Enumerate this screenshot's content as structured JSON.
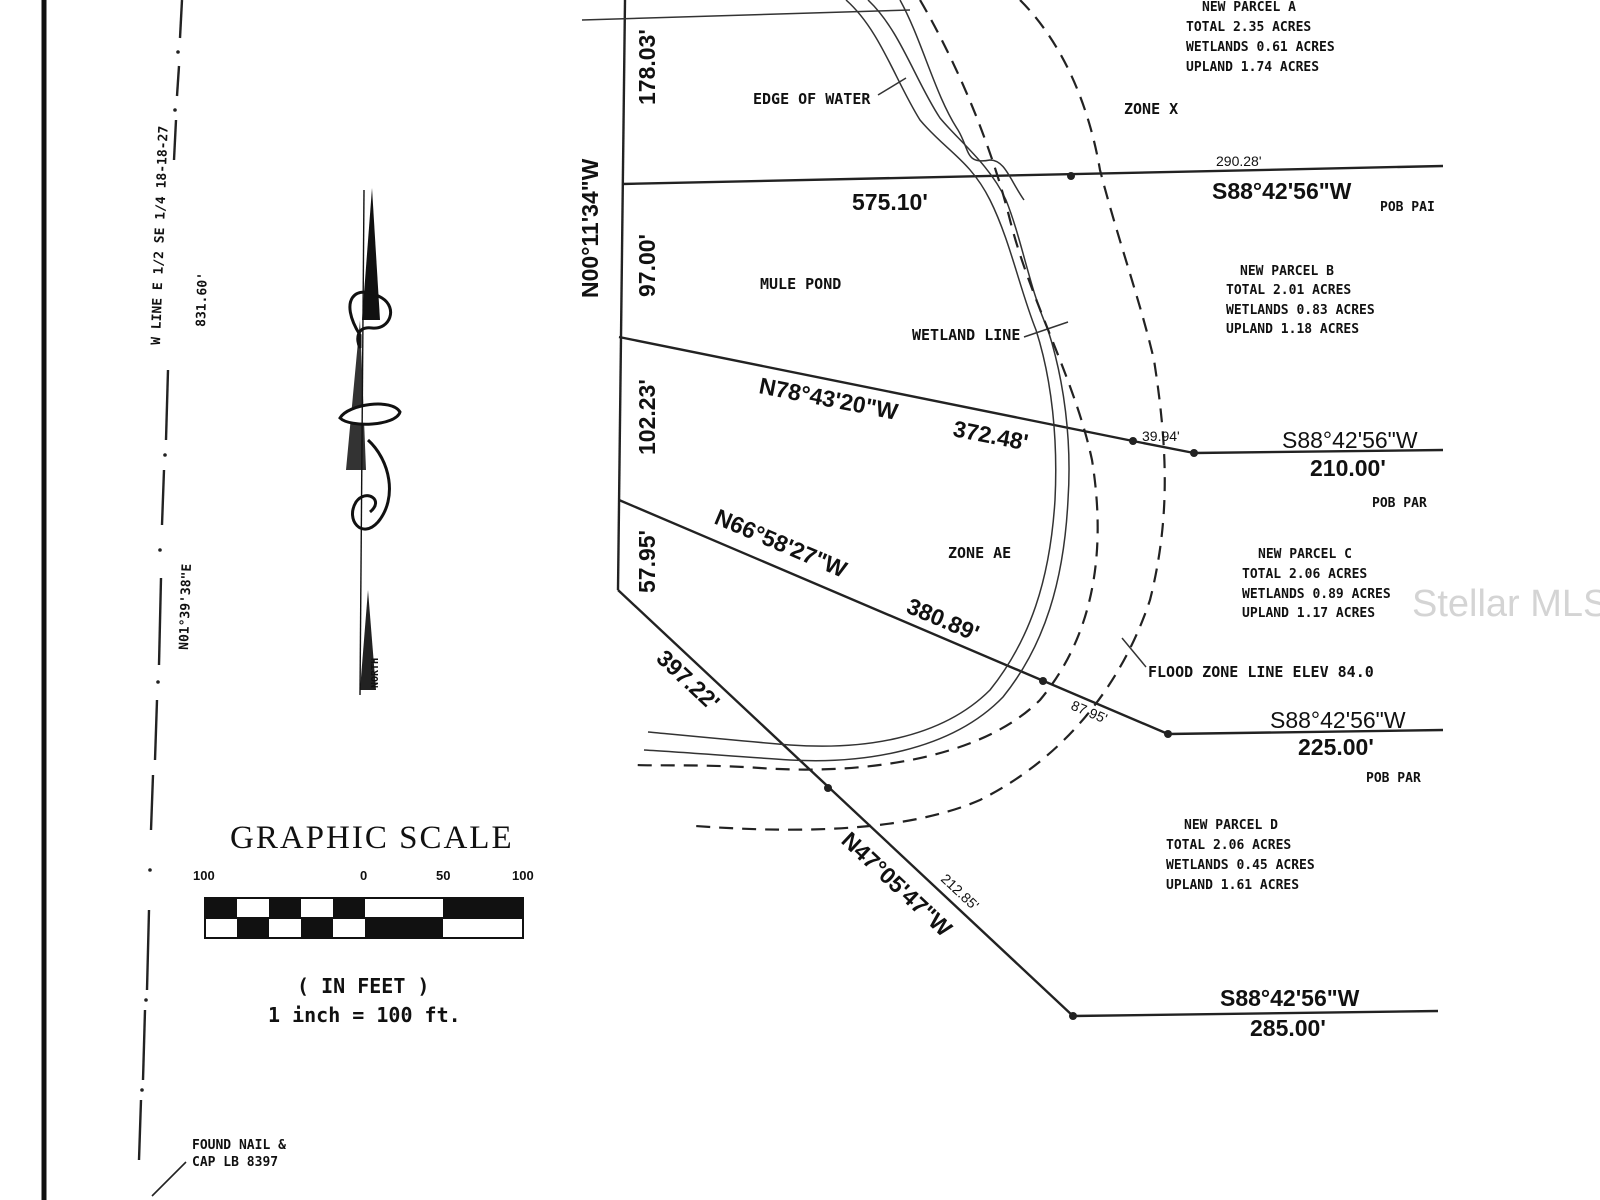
{
  "section_line": {
    "label": "W LINE E 1/2 SE 1/4 18-18-27",
    "length": "831.60'",
    "bearing": "N01°39'38\"E"
  },
  "north_arrow": {
    "label": "NORTH"
  },
  "graphic_scale": {
    "title": "GRAPHIC SCALE",
    "ticks": [
      "100",
      "0",
      "50",
      "100"
    ],
    "units": "( IN FEET )",
    "ratio": "1 inch = 100 ft."
  },
  "found_monument": {
    "line1": "FOUND NAIL &",
    "line2": "CAP LB 8397"
  },
  "west_boundary": {
    "bearing": "N00°11'34\"W",
    "segments": [
      "178.03'",
      "97.00'",
      "102.23'",
      "57.95'"
    ]
  },
  "features": {
    "edge_of_water": "EDGE OF WATER",
    "pond": "MULE POND",
    "wetland_line": "WETLAND LINE",
    "zone_x": "ZONE X",
    "zone_ae": "ZONE AE",
    "flood_zone_line": "FLOOD ZONE LINE ELEV 84.0"
  },
  "lines": {
    "line_a_total": "575.10'",
    "line_a_east": "290.28'",
    "line_a_bearing": "S88°42'56\"W",
    "line_a_pob": "POB PAI",
    "line_b_bearing": "N78°43'20\"W",
    "line_b_length": "372.48'",
    "line_b_short": "39.94'",
    "line_b_east_bearing": "S88°42'56\"W",
    "line_b_east_length": "210.00'",
    "line_b_pob": "POB PAR",
    "line_c_bearing": "N66°58'27\"W",
    "line_c_length": "380.89'",
    "line_c_short": "87.95'",
    "line_c_east_bearing": "S88°42'56\"W",
    "line_c_east_length": "225.00'",
    "line_c_pob": "POB PAR",
    "diag_upper_length": "397.22'",
    "diag_bearing": "N47°05'47\"W",
    "diag_lower_length": "212.85'",
    "line_d_east_bearing": "S88°42'56\"W",
    "line_d_east_length": "285.00'"
  },
  "parcels": [
    {
      "name": "NEW PARCEL A",
      "total": "TOTAL 2.35 ACRES",
      "wetlands": "WETLANDS 0.61 ACRES",
      "upland": "UPLAND 1.74 ACRES"
    },
    {
      "name": "NEW PARCEL B",
      "total": "TOTAL 2.01 ACRES",
      "wetlands": "WETLANDS 0.83 ACRES",
      "upland": "UPLAND 1.18 ACRES"
    },
    {
      "name": "NEW PARCEL C",
      "total": "TOTAL 2.06 ACRES",
      "wetlands": "WETLANDS 0.89 ACRES",
      "upland": "UPLAND 1.17 ACRES"
    },
    {
      "name": "NEW PARCEL D",
      "total": "TOTAL 2.06 ACRES",
      "wetlands": "WETLANDS 0.45 ACRES",
      "upland": "UPLAND 1.61 ACRES"
    }
  ],
  "watermark": "Stellar MLS"
}
